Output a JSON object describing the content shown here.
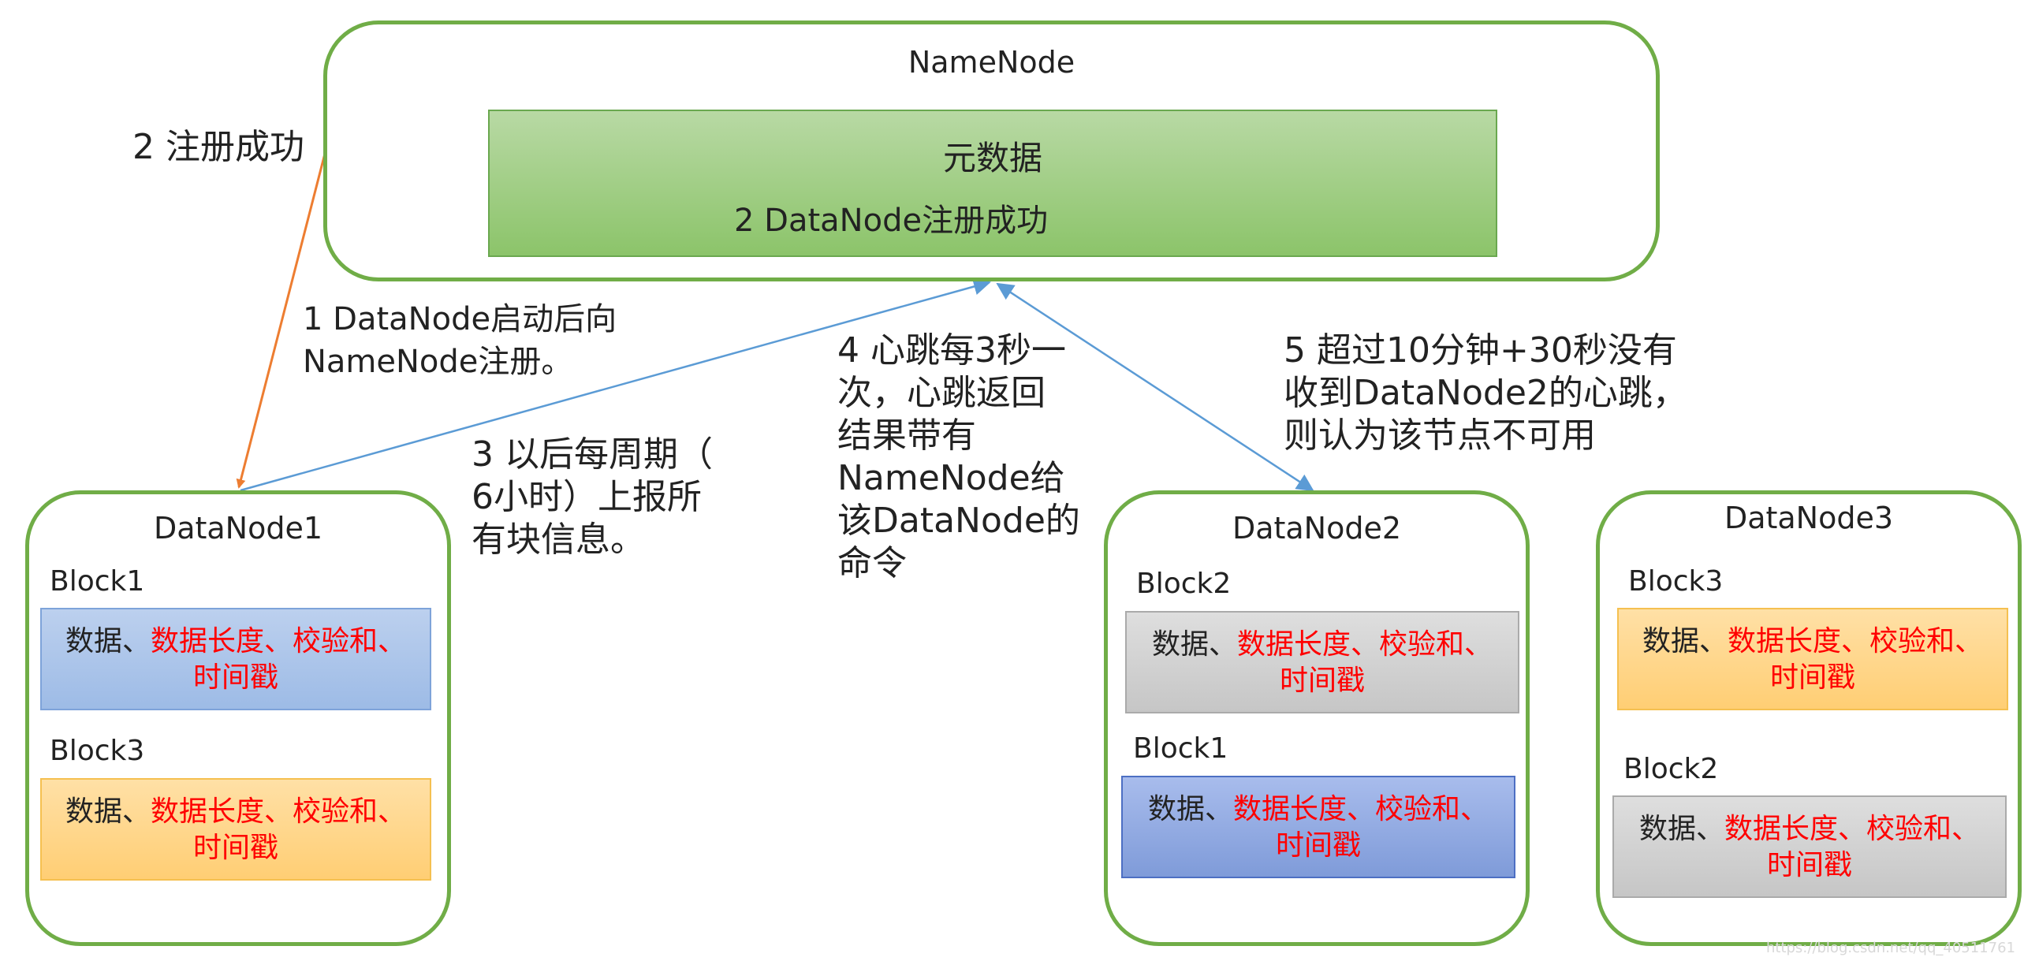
{
  "namenode": {
    "title": "NameNode",
    "metadata_title": "元数据",
    "metadata_text": "2 DataNode注册成功"
  },
  "annotations": {
    "register_success": "2 注册成功",
    "register_step": [
      "1 DataNode启动后向",
      "NameNode注册。"
    ],
    "report_step": [
      "3 以后每周期（",
      "6小时）上报所",
      "有块信息。"
    ],
    "heartbeat_step": [
      "4 心跳每3秒一",
      "次，心跳返回",
      "结果带有",
      "NameNode给",
      "该DataNode的",
      "命令"
    ],
    "timeout_step": [
      "5 超过10分钟+30秒没有",
      "收到DataNode2的心跳，",
      "则认为该节点不可用"
    ]
  },
  "block_text": {
    "prefix": "数据、",
    "red_part": "数据长度、校验和、",
    "second_line": "时间戳"
  },
  "datanodes": [
    {
      "title": "DataNode1",
      "blocks": [
        {
          "label": "Block1",
          "color": "blue"
        },
        {
          "label": "Block3",
          "color": "orange"
        }
      ]
    },
    {
      "title": "DataNode2",
      "blocks": [
        {
          "label": "Block2",
          "color": "grey"
        },
        {
          "label": "Block1",
          "color": "navy"
        }
      ]
    },
    {
      "title": "DataNode3",
      "blocks": [
        {
          "label": "Block3",
          "color": "orange"
        },
        {
          "label": "Block2",
          "color": "grey"
        }
      ]
    }
  ],
  "colors": {
    "node_border": "#70ad47",
    "metadata_fill": "#a9d18e",
    "register_arrow": "#ed7d31",
    "heartbeat_arrow": "#5b9bd5",
    "highlight_text": "#ff0000"
  },
  "watermark": "https://blog.csdn.net/qq_40511761"
}
